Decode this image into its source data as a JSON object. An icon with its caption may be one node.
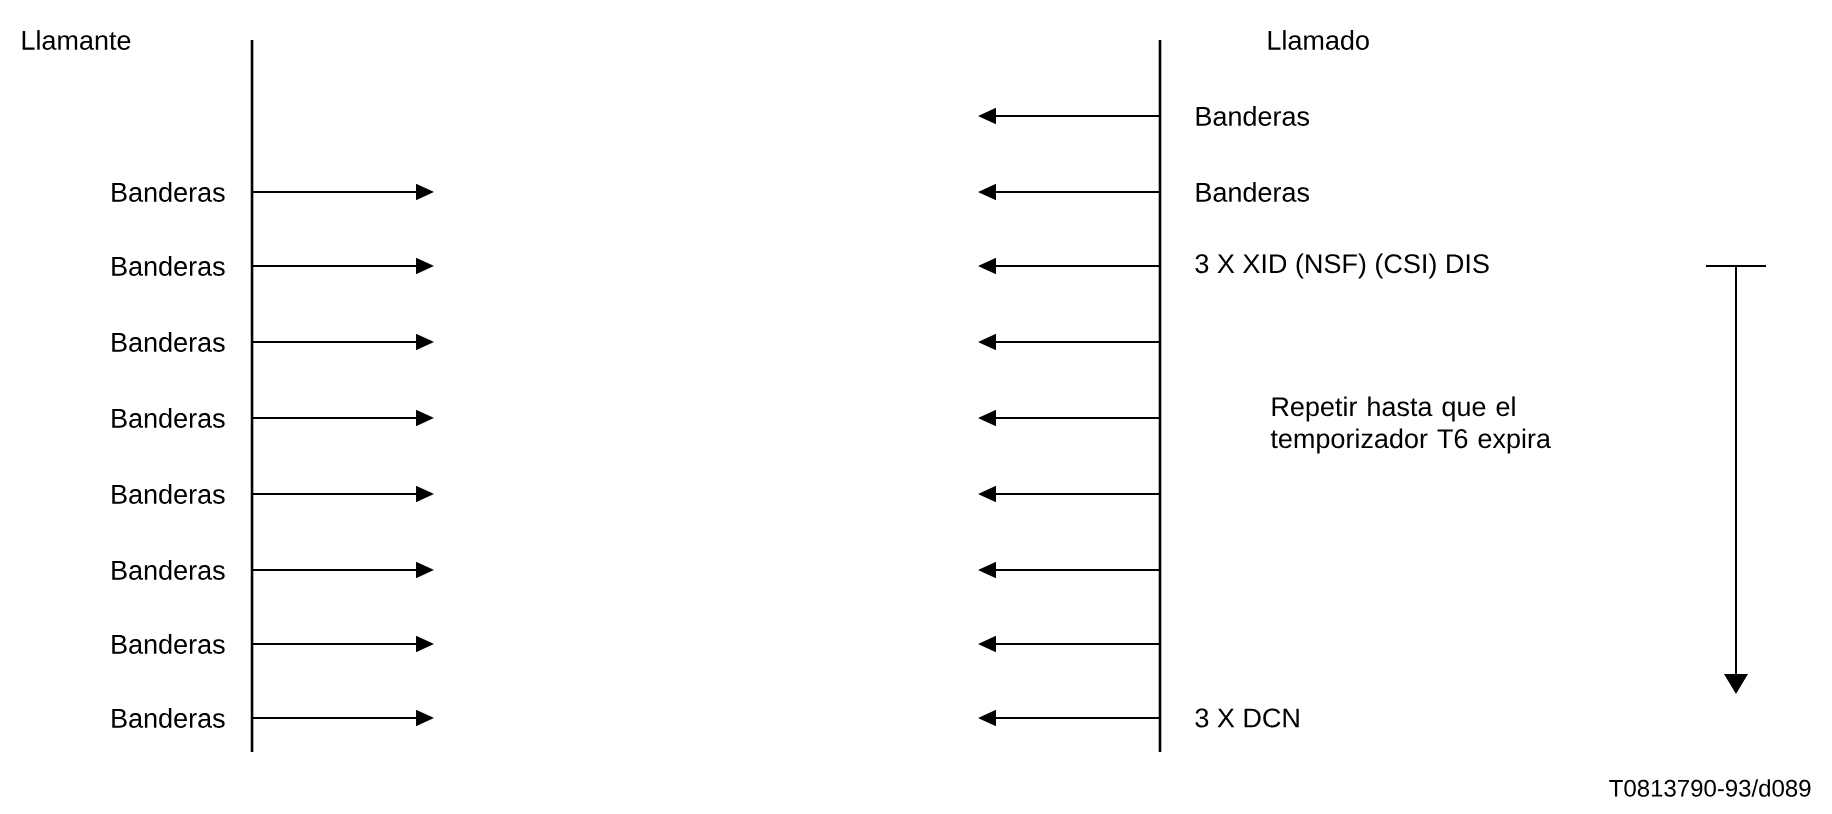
{
  "diagram": {
    "nodes": [
      {
        "text": [
          "Llamante"
        ]
      },
      {
        "text": [
          "Llamado"
        ]
      }
    ],
    "edges": [
      {
        "from": 0,
        "to": null,
        "arrow": "to",
        "label": "Banderas"
      },
      {
        "from": 0,
        "to": null,
        "arrow": "to",
        "label": "Banderas"
      },
      {
        "from": 0,
        "to": null,
        "arrow": "to",
        "label": "Banderas"
      },
      {
        "from": 0,
        "to": null,
        "arrow": "to",
        "label": "Banderas"
      },
      {
        "from": 0,
        "to": null,
        "arrow": "to",
        "label": "Banderas"
      },
      {
        "from": 0,
        "to": null,
        "arrow": "to",
        "label": "Banderas"
      },
      {
        "from": 0,
        "to": null,
        "arrow": "to",
        "label": "Banderas"
      },
      {
        "from": 0,
        "to": null,
        "arrow": "to",
        "label": "Banderas"
      },
      {
        "from": 1,
        "to": null,
        "arrow": "to",
        "label": "Banderas"
      },
      {
        "from": 1,
        "to": null,
        "arrow": "to",
        "label": "Banderas"
      },
      {
        "from": 1,
        "to": null,
        "arrow": "to",
        "label": "3 X XID (NSF) (CSI) DIS"
      },
      {
        "from": 1,
        "to": null,
        "arrow": "to"
      },
      {
        "from": 1,
        "to": null,
        "arrow": "to"
      },
      {
        "from": 1,
        "to": null,
        "arrow": "to"
      },
      {
        "from": 1,
        "to": null,
        "arrow": "to"
      },
      {
        "from": 1,
        "to": null,
        "arrow": "to"
      },
      {
        "from": 1,
        "to": null,
        "arrow": "to",
        "label": "3 X DCN"
      }
    ],
    "labels": [
      "Repetir hasta que el temporizador T6 expira",
      "T0813790-93/d089"
    ]
  }
}
